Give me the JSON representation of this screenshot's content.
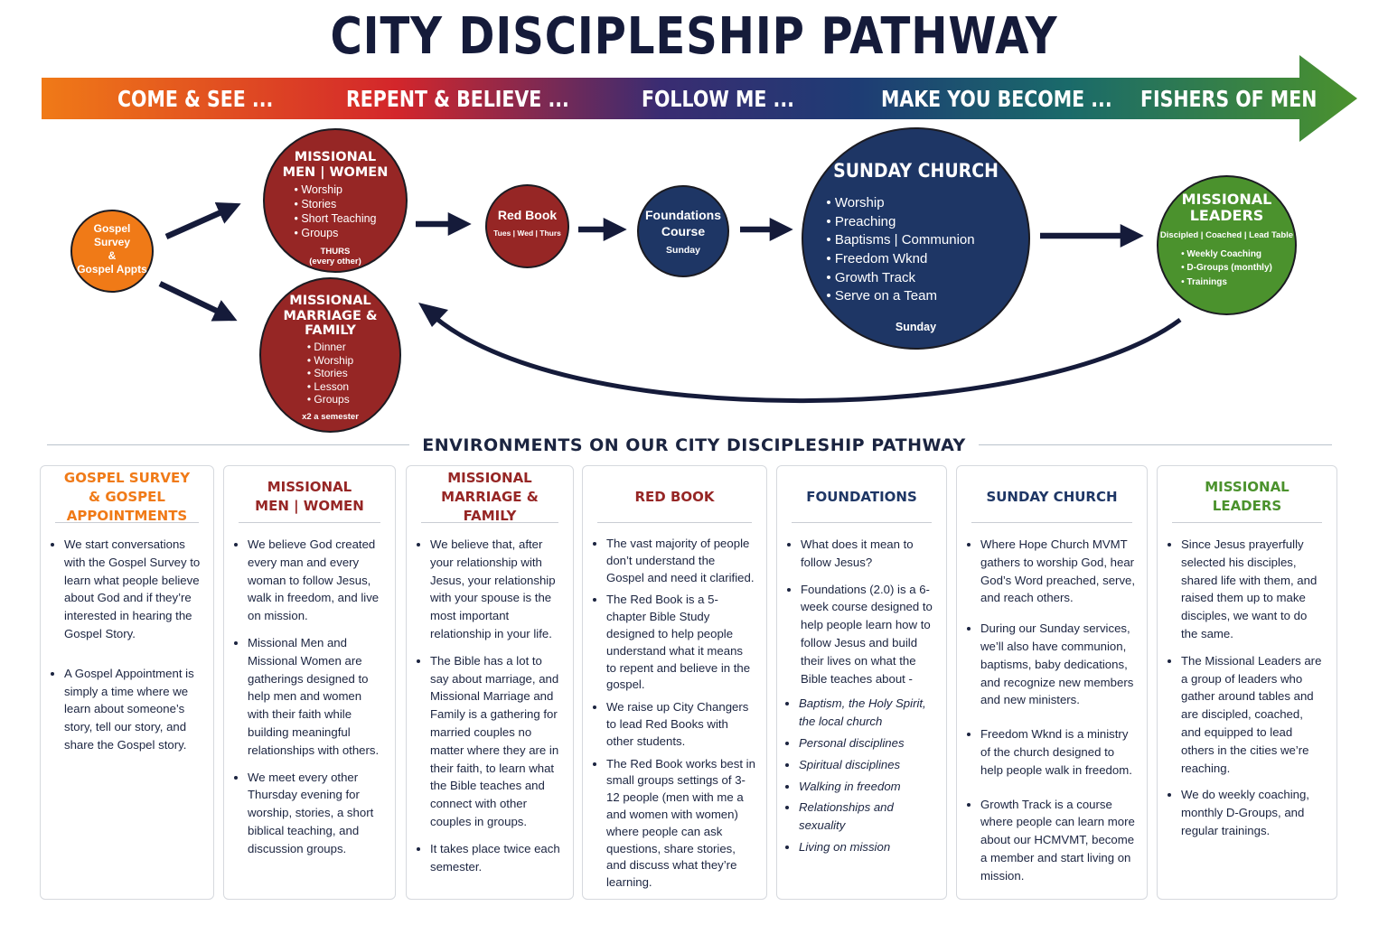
{
  "title": "CITY DISCIPLESHIP PATHWAY",
  "stages": [
    "COME & SEE ...",
    "REPENT & BELIEVE ...",
    "FOLLOW ME ...",
    "MAKE YOU BECOME ...",
    "FISHERS OF MEN"
  ],
  "colors": {
    "orange": "#f07a17",
    "red": "#962625",
    "blue": "#1e3665",
    "green": "#4b922d",
    "navy": "#151b3a"
  },
  "nodes": {
    "gospel": {
      "lines": [
        "Gospel",
        "Survey",
        "&",
        "Gospel Appts"
      ]
    },
    "men_women": {
      "title_1": "MISSIONAL",
      "title_2": "MEN | WOMEN",
      "items": [
        "Worship",
        "Stories",
        "Short Teaching",
        "Groups"
      ],
      "note_1": "THURS",
      "note_2": "(every other)"
    },
    "marriage": {
      "title_1": "MISSIONAL",
      "title_2": "MARRIAGE &",
      "title_3": "FAMILY",
      "items": [
        "Dinner",
        "Worship",
        "Stories",
        "Lesson",
        "Groups"
      ],
      "note": "x2 a semester"
    },
    "red_book": {
      "title": "Red Book",
      "note": "Tues | Wed | Thurs"
    },
    "foundations": {
      "title_1": "Foundations",
      "title_2": "Course",
      "note": "Sunday"
    },
    "sunday": {
      "title": "SUNDAY CHURCH",
      "items": [
        "Worship",
        "Preaching",
        "Baptisms | Communion",
        "Freedom Wknd",
        "Growth Track",
        "Serve on a Team"
      ],
      "note": "Sunday"
    },
    "leaders": {
      "title_1": "MISSIONAL",
      "title_2": "LEADERS",
      "sub": "Discipled | Coached | Lead Table",
      "items": [
        "Weekly Coaching",
        "D-Groups (monthly)",
        "Trainings"
      ]
    }
  },
  "environments_heading": "ENVIRONMENTS ON OUR CITY DISCIPLESHIP PATHWAY",
  "cards": [
    {
      "title_1": "GOSPEL SURVEY",
      "title_2": "& GOSPEL APPOINTMENTS",
      "color": "#f07a17",
      "items": [
        "We start conversations with the Gospel Survey to learn what people believe about God and if they’re interested in hearing the Gospel Story.",
        "A Gospel Appointment is simply a time where we learn about someone’s story, tell our story, and share the Gospel story."
      ]
    },
    {
      "title_1": "MISSIONAL",
      "title_2": "MEN | WOMEN",
      "color": "#962625",
      "items": [
        "We believe God created every man and every woman to follow Jesus, walk in freedom, and live on mission.",
        "Missional Men and Missional Women are gatherings designed to help men and women with their faith while building meaningful relationships with others.",
        "We meet every other Thursday evening for worship, stories, a short biblical teaching, and discussion groups."
      ]
    },
    {
      "title_1": "MISSIONAL",
      "title_2": "MARRIAGE & FAMILY",
      "color": "#962625",
      "items": [
        "We believe that, after your relationship with Jesus, your relationship with your spouse is the most important relationship in your life.",
        "The Bible has a lot to say about marriage, and Missional Marriage and Family is a gathering for married couples no matter where they are in their faith, to learn what the Bible teaches and connect with other couples in groups.",
        "It takes place twice each semester."
      ]
    },
    {
      "title_1": "RED BOOK",
      "title_2": "",
      "color": "#962625",
      "items": [
        "The vast majority of people don’t understand the Gospel and need it clarified.",
        "The Red Book is a 5-chapter Bible Study designed to help people understand what it means to repent and believe in the gospel.",
        "We raise up City Changers to lead Red Books with other students.",
        "The Red Book works best in small groups settings of 3-12 people (men with me a and women with women) where people can ask questions, share stories, and discuss what they’re learning."
      ]
    },
    {
      "title_1": "FOUNDATIONS",
      "title_2": "",
      "color": "#1e3665",
      "items": [
        "What does it mean to follow Jesus?",
        "Foundations (2.0) is a 6-week course designed to help people learn how to follow Jesus and build their lives on what the Bible teaches about -"
      ],
      "sub_items": [
        "Baptism, the Holy Spirit, the local church",
        "Personal disciplines",
        "Spiritual disciplines",
        "Walking in freedom",
        "Relationships and sexuality",
        "Living on mission"
      ]
    },
    {
      "title_1": "SUNDAY CHURCH",
      "title_2": "",
      "color": "#1e3665",
      "items": [
        "Where Hope Church MVMT gathers to worship God, hear God’s Word preached, serve, and reach others.",
        "During our Sunday services, we’ll also have communion, baptisms, baby dedications, and recognize new members and new ministers.",
        "Freedom Wknd is a ministry of the church designed to help people walk in freedom.",
        "Growth Track is a course where people can learn more about our HCMVMT, become a member and start living on mission."
      ]
    },
    {
      "title_1": "MISSIONAL LEADERS",
      "title_2": "",
      "color": "#4b922d",
      "items": [
        "Since Jesus prayerfully selected his disciples, shared life with them, and raised them up to make disciples, we want to do the same.",
        "The Missional Leaders are a group of leaders who gather around tables and are discipled, coached, and equipped to lead others in the cities we’re reaching.",
        "We do weekly coaching, monthly D-Groups, and regular trainings."
      ]
    }
  ]
}
